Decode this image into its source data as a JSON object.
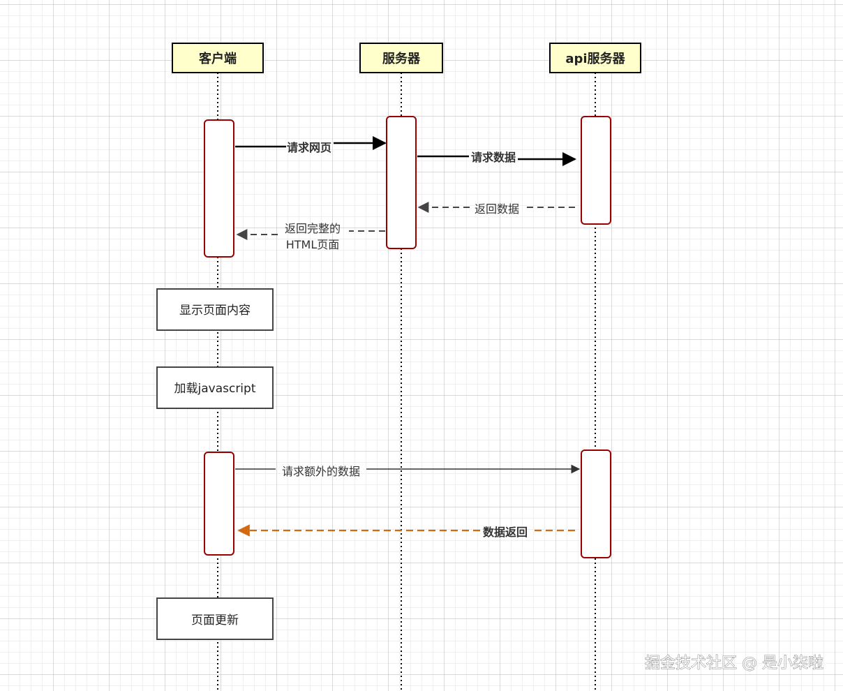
{
  "actors": {
    "client": "客户端",
    "server": "服务器",
    "api_server": "api服务器"
  },
  "messages": {
    "request_page": "请求网页",
    "request_data": "请求数据",
    "return_data": "返回数据",
    "return_full_line1": "返回完整的",
    "return_full_line2": "HTML页面",
    "request_extra": "请求额外的数据",
    "data_return": "数据返回"
  },
  "notes": {
    "show_content": "显示页面内容",
    "load_js": "加载javascript",
    "page_update": "页面更新"
  },
  "watermark": "掘金技术社区 @ 是小柒啦",
  "colors": {
    "actor_fill": "#ffffcc",
    "activation_border": "#990000",
    "solid_arrow": "#000000",
    "dashed_arrow": "#444444",
    "highlight_arrow": "#d26a12"
  }
}
